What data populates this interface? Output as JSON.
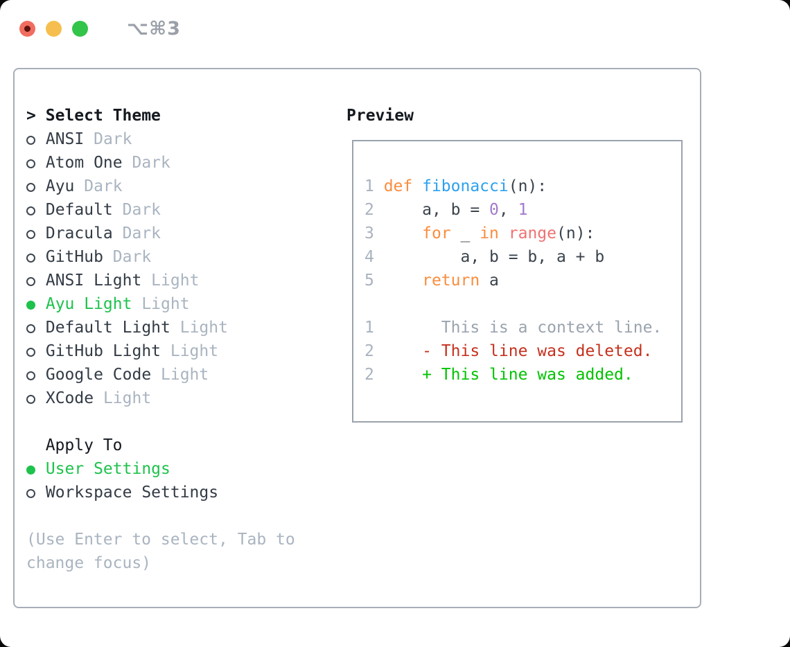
{
  "window": {
    "title": "⌥⌘3"
  },
  "theme_panel": {
    "header_prefix": ">",
    "header": "Select Theme",
    "items": [
      {
        "name": "ANSI",
        "variant": "Dark",
        "selected": false
      },
      {
        "name": "Atom One",
        "variant": "Dark",
        "selected": false
      },
      {
        "name": "Ayu",
        "variant": "Dark",
        "selected": false
      },
      {
        "name": "Default",
        "variant": "Dark",
        "selected": false
      },
      {
        "name": "Dracula",
        "variant": "Dark",
        "selected": false
      },
      {
        "name": "GitHub",
        "variant": "Dark",
        "selected": false
      },
      {
        "name": "ANSI Light",
        "variant": "Light",
        "selected": false
      },
      {
        "name": "Ayu Light",
        "variant": "Light",
        "selected": true
      },
      {
        "name": "Default Light",
        "variant": "Light",
        "selected": false
      },
      {
        "name": "GitHub Light",
        "variant": "Light",
        "selected": false
      },
      {
        "name": "Google Code",
        "variant": "Light",
        "selected": false
      },
      {
        "name": "XCode",
        "variant": "Light",
        "selected": false
      }
    ]
  },
  "apply_panel": {
    "header": "Apply To",
    "items": [
      {
        "name": "User Settings",
        "selected": true
      },
      {
        "name": "Workspace Settings",
        "selected": false
      }
    ]
  },
  "hint": "(Use Enter to select, Tab to change focus)",
  "preview": {
    "title": "Preview",
    "palette": {
      "ln": "#a9b2bf",
      "kw": "#fa8d3e",
      "fn": "#2ca1ee",
      "num": "#a37acc",
      "bi": "#f07171",
      "pl": "#3b434d",
      "ctx": "#9aa3ae",
      "del": "#c5311d",
      "add": "#00c300"
    },
    "lines": [
      [
        {
          "c": "ln",
          "t": "1 "
        },
        {
          "c": "kw",
          "t": "def "
        },
        {
          "c": "fn",
          "t": "fibonacci"
        },
        {
          "c": "pl",
          "t": "(n):"
        }
      ],
      [
        {
          "c": "ln",
          "t": "2 "
        },
        {
          "c": "pl",
          "t": "    a, b = "
        },
        {
          "c": "num",
          "t": "0"
        },
        {
          "c": "pl",
          "t": ", "
        },
        {
          "c": "num",
          "t": "1"
        }
      ],
      [
        {
          "c": "ln",
          "t": "3 "
        },
        {
          "c": "pl",
          "t": "    "
        },
        {
          "c": "kw",
          "t": "for"
        },
        {
          "c": "pl",
          "t": " _ "
        },
        {
          "c": "kw",
          "t": "in"
        },
        {
          "c": "pl",
          "t": " "
        },
        {
          "c": "bi",
          "t": "range"
        },
        {
          "c": "pl",
          "t": "(n):"
        }
      ],
      [
        {
          "c": "ln",
          "t": "4 "
        },
        {
          "c": "pl",
          "t": "        a, b = b, a + b"
        }
      ],
      [
        {
          "c": "ln",
          "t": "5 "
        },
        {
          "c": "pl",
          "t": "    "
        },
        {
          "c": "kw",
          "t": "return"
        },
        {
          "c": "pl",
          "t": " a"
        }
      ],
      [],
      [
        {
          "c": "ln",
          "t": "1 "
        },
        {
          "c": "ctx",
          "t": "      This is a context line."
        }
      ],
      [
        {
          "c": "ln",
          "t": "2 "
        },
        {
          "c": "del",
          "t": "    - This line was deleted."
        }
      ],
      [
        {
          "c": "ln",
          "t": "2 "
        },
        {
          "c": "add",
          "t": "    + This line was added."
        }
      ]
    ]
  },
  "colors": {
    "sel": "#1ec24c",
    "traffic-red": "#f06d5f",
    "traffic-yellow": "#f6be4e",
    "traffic-green": "#33c44a",
    "muted": "#a9b4c0",
    "text": "#333b45",
    "border": "#a7aeb8"
  }
}
